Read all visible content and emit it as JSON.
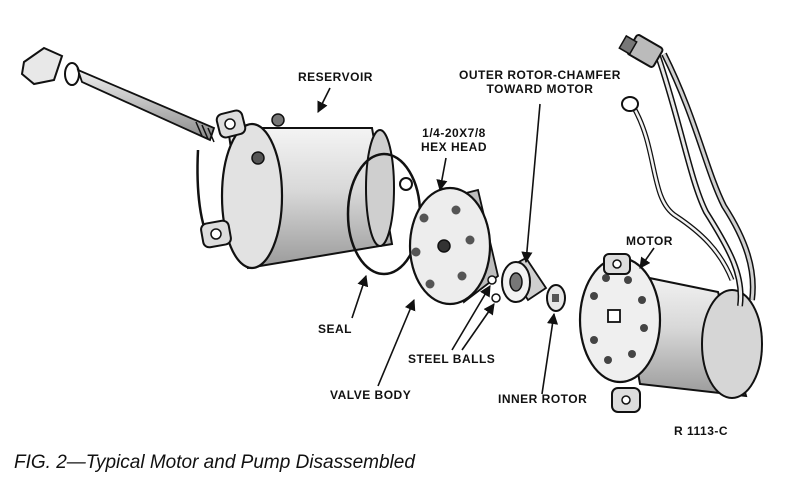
{
  "labels": {
    "reservoir": "RESERVOIR",
    "hex_head_line1": "1/4-20X7/8",
    "hex_head_line2": "HEX HEAD",
    "outer_rotor_line1": "OUTER ROTOR-CHAMFER",
    "outer_rotor_line2": "TOWARD MOTOR",
    "motor": "MOTOR",
    "seal": "SEAL",
    "steel_balls": "STEEL BALLS",
    "valve_body": "VALVE BODY",
    "inner_rotor": "INNER ROTOR"
  },
  "figure_number": "R 1113-C",
  "caption": "FIG. 2—Typical Motor and Pump Disassembled",
  "colors": {
    "ink": "#111111",
    "metal_light": "#e6e6e6",
    "metal_mid": "#bdbdbd",
    "metal_dark": "#777777"
  }
}
